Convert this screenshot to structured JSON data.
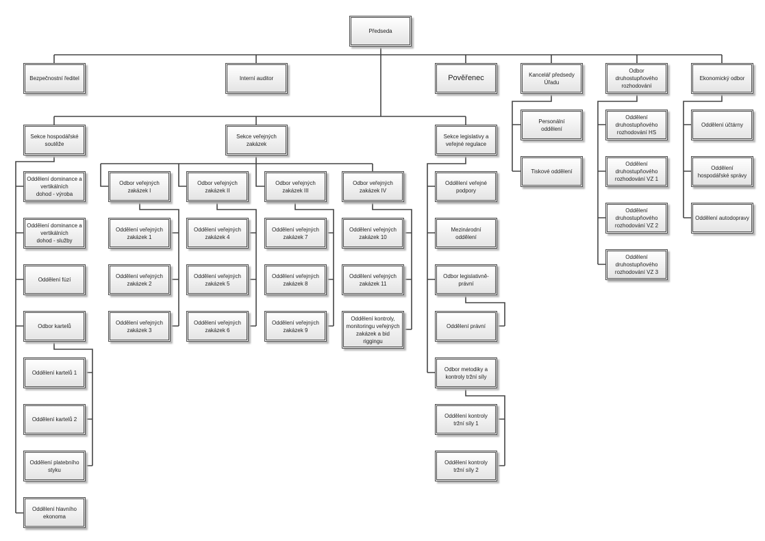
{
  "chart_title": "",
  "nodes": {
    "predseda": "Předseda",
    "bezpecnostni": "Bezpečnostní  ředitel",
    "interni": "Interní auditor",
    "poverenec": "Pověřenec",
    "kancelar": "Kancelář předsedy\nÚřadu",
    "odbor_druh": "Odbor\ndruhostupňového\nrozhodování",
    "ekonomicky": "Ekonomický odbor",
    "sekce_hosp": "Sekce hospodářské\nsoutěže",
    "sekce_vz": "Sekce veřejných\nzakázek",
    "sekce_legis": "Sekce legislativy a\nveřejné regulace",
    "dom_vyroba": "Oddělení dominance a\nvertikálních\ndohod - výroba",
    "dom_sluzby": "Oddělení dominance a\nvertikálních\ndohod - služby",
    "fuzi": "Oddělení fúzí",
    "kartelu": "Odbor kartelů",
    "kartelu1": "Oddělení kartelů 1",
    "kartelu2": "Oddělení kartelů 2",
    "platebniho": "Oddělení  platebního\nstyku",
    "hlavniho": "Oddělení hlavního\nekonoma",
    "ovz1": "Odbor veřejných\nzakázek I",
    "ovz2": "Odbor veřejných\nzakázek II",
    "ovz3": "Odbor veřejných\nzakázek III",
    "ovz4": "Odbor veřejných\nzakázek IV",
    "vz1": "Oddělení veřejných\nzakázek 1",
    "vz2": "Oddělení veřejných\nzakázek 2",
    "vz3": "Oddělení veřejných\nzakázek 3",
    "vz4": "Oddělení veřejných\nzakázek 4",
    "vz5": "Oddělení veřejných\nzakázek 5",
    "vz6": "Oddělení veřejných\nzakázek 6",
    "vz7": "Oddělení veřejných\nzakázek 7",
    "vz8": "Oddělení veřejných\nzakázek 8",
    "vz9": "Oddělení veřejných\nzakázek 9",
    "vz10": "Oddělení veřejných\nzakázek 10",
    "vz11": "Oddělení veřejných\nzakázek 11",
    "kontroly_bid": "Oddělení kontroly,\nmonitoringu veřejných\nzakázek   a bid\nriggingu",
    "podpory": "Oddělení veřejné\npodpory",
    "mezinarodni": "Mezinárodní\noddělení",
    "legis_pravni": "Odbor legislativně-\nprávní",
    "pravni": "Oddělení právní",
    "metodiky": "Odbor metodiky a\nkontroly tržní síly",
    "trzni1": "Oddělení kontroly\ntržní síly 1",
    "trzni2": "Oddělení kontroly\ntržní síly 2",
    "personalni": "Personální\noddělení",
    "tiskove": "Tiskové oddělení",
    "druh_hs": "Oddělení\ndruhostupňového\nrozhodování HS",
    "druh_vz1": "Oddělení\ndruhostupňového\nrozhodování VZ 1",
    "druh_vz2": "Oddělení\ndruhostupňového\nrozhodování VZ 2",
    "druh_vz3": "Oddělení\ndruhostupňového\nrozhodování VZ 3",
    "uctarny": "Oddělení účtárny",
    "hosp_spravy": "Oddělení\nhospodářské správy",
    "autodopravy": "Oddělení autodopravy"
  },
  "colors": {
    "line": "#444444",
    "border": "#4a4a4a"
  }
}
